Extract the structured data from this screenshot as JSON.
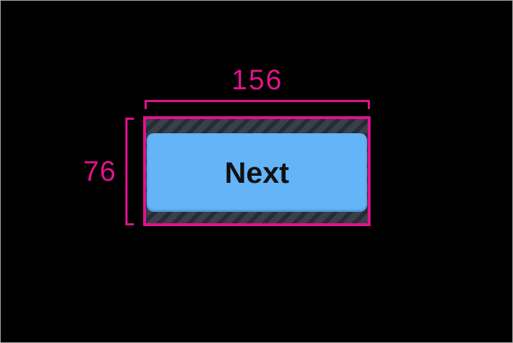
{
  "annotation": {
    "width_label": "156",
    "height_label": "76"
  },
  "button": {
    "label": "Next"
  },
  "colors": {
    "pink": "#e3118d",
    "blue": "#64b4f8",
    "btn_text": "#111111",
    "hatch_base": "#3a3f4a",
    "hatch_stripe": "#272b34",
    "bg": "#000000",
    "frame": "#a9a9a9"
  }
}
